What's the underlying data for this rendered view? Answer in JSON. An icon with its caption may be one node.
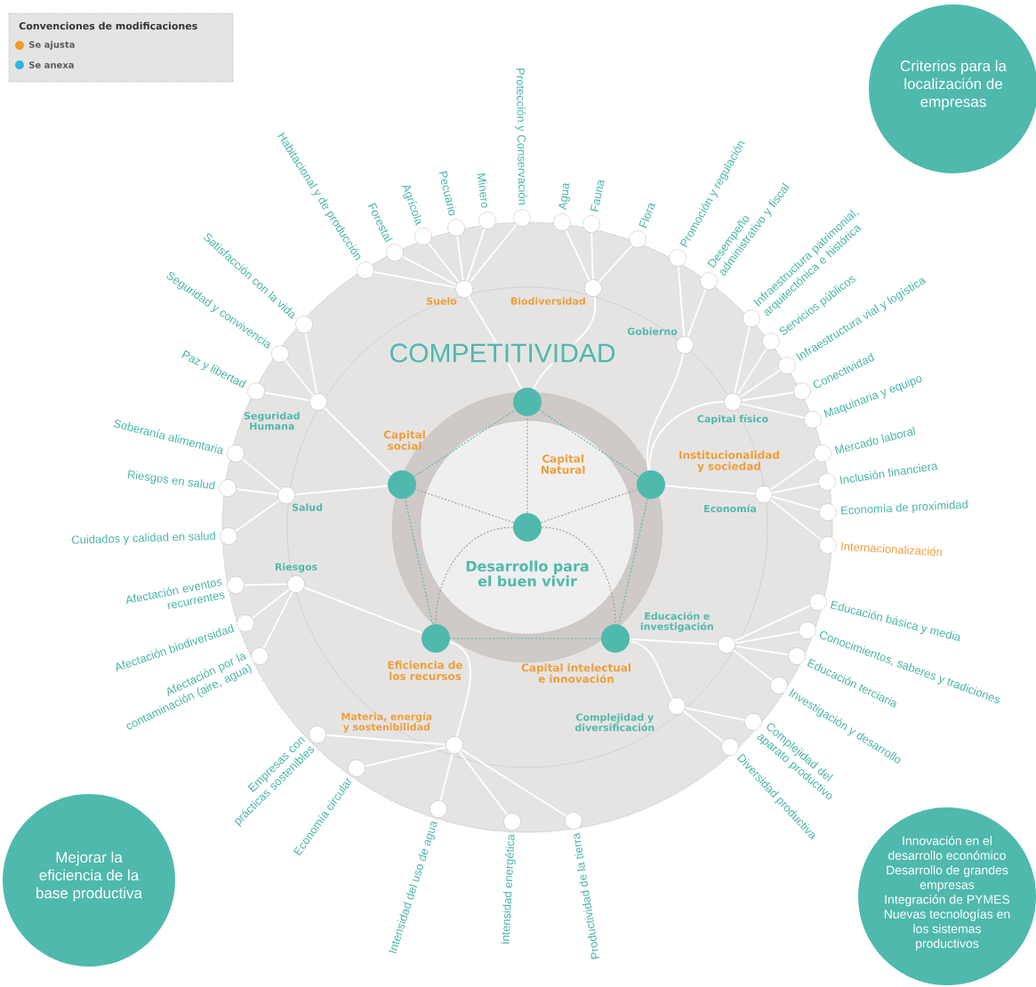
{
  "diagram": {
    "nodes": [
      {
        "text": [
          "Criterios para la localización de empresas"
        ]
      },
      {
        "text": [
          "Mejorar la eficiencia de la base productiva"
        ]
      },
      {
        "text": [
          "Innovación en el desarrollo económico",
          "Desarrollo de grandes empresas",
          "Integración de PYMES",
          "Nuevas tecnologías en los sistemas productivos"
        ]
      },
      {
        "text": [],
        "shape": "circle",
        "beside": [
          "Desarrollo para el buen vivir"
        ]
      },
      {
        "text": [],
        "shape": "circle",
        "beside": [
          "Capital Natural"
        ]
      },
      {
        "text": [],
        "shape": "circle",
        "beside": [
          "Institucionalidad y sociedad"
        ]
      },
      {
        "text": [],
        "shape": "circle",
        "beside": [
          "Capital intelectual e innovación"
        ]
      },
      {
        "text": [],
        "shape": "circle",
        "beside": [
          "Eficiencia de los recursos"
        ]
      },
      {
        "text": [],
        "shape": "circle",
        "beside": [
          "Capital social"
        ]
      },
      {
        "text": [],
        "shape": "circle",
        "beside": [
          "Suelo"
        ]
      },
      {
        "text": [],
        "shape": "circle",
        "beside": [
          "Biodiversidad"
        ]
      },
      {
        "text": [],
        "shape": "circle",
        "beside": [
          "Gobierno"
        ]
      },
      {
        "text": [],
        "shape": "circle",
        "beside": [
          "Capital físico"
        ]
      },
      {
        "text": [],
        "shape": "circle",
        "beside": [
          "Economía"
        ]
      },
      {
        "text": [],
        "shape": "circle",
        "beside": [
          "Educación e investigación"
        ]
      },
      {
        "text": [],
        "shape": "circle",
        "beside": [
          "Complejidad y diversificación"
        ]
      },
      {
        "text": [],
        "shape": "circle",
        "beside": [
          "Materia, energía y sostenibilidad"
        ]
      },
      {
        "text": [],
        "shape": "circle",
        "beside": [
          "Riesgos"
        ]
      },
      {
        "text": [],
        "shape": "circle",
        "beside": [
          "Salud"
        ]
      },
      {
        "text": [],
        "shape": "circle",
        "beside": [
          "Seguridad Humana"
        ]
      },
      {
        "text": [],
        "shape": "circle",
        "beside": [
          "Habitacional y de producción"
        ]
      },
      {
        "text": [],
        "shape": "circle",
        "beside": [
          "Forestal"
        ]
      },
      {
        "text": [],
        "shape": "circle",
        "beside": [
          "Agrícola"
        ]
      },
      {
        "text": [],
        "shape": "circle",
        "beside": [
          "Pecuario"
        ]
      },
      {
        "text": [],
        "shape": "circle",
        "beside": [
          "Minero"
        ]
      },
      {
        "text": [],
        "shape": "circle",
        "beside": [
          "Protección y Conservación"
        ]
      },
      {
        "text": [],
        "shape": "circle",
        "beside": [
          "Agua"
        ]
      },
      {
        "text": [],
        "shape": "circle",
        "beside": [
          "Fauna"
        ]
      },
      {
        "text": [],
        "shape": "circle",
        "beside": [
          "Flora"
        ]
      },
      {
        "text": [],
        "shape": "circle",
        "beside": [
          "Promoción y regulación"
        ]
      },
      {
        "text": [],
        "shape": "circle",
        "beside": [
          "Desempeño administrativo y fiscal"
        ]
      },
      {
        "text": [],
        "shape": "circle",
        "beside": [
          "Infraestructura patrimonial, arquitectónica e histórica"
        ]
      },
      {
        "text": [],
        "shape": "circle",
        "beside": [
          "Servicios públicos"
        ]
      },
      {
        "text": [],
        "shape": "circle",
        "beside": [
          "Infraestructura vial y logística"
        ]
      },
      {
        "text": [],
        "shape": "circle",
        "beside": [
          "Conectividad"
        ]
      },
      {
        "text": [],
        "shape": "circle",
        "beside": [
          "Maquinaria y equipo"
        ]
      },
      {
        "text": [],
        "shape": "circle",
        "beside": [
          "Mercado laboral"
        ]
      },
      {
        "text": [],
        "shape": "circle",
        "beside": [
          "Inclusión financiera"
        ]
      },
      {
        "text": [],
        "shape": "circle",
        "beside": [
          "Economía de proximidad"
        ]
      },
      {
        "text": [],
        "shape": "circle",
        "beside": [
          "Internacionalización"
        ]
      },
      {
        "text": [],
        "shape": "circle",
        "beside": [
          "Educación básica y media"
        ]
      },
      {
        "text": [],
        "shape": "circle",
        "beside": [
          "Conocimientos, saberes y tradiciones"
        ]
      },
      {
        "text": [],
        "shape": "circle",
        "beside": [
          "Educación terciaria"
        ]
      },
      {
        "text": [],
        "shape": "circle",
        "beside": [
          "Investigación y desarrollo"
        ]
      },
      {
        "text": [],
        "shape": "circle",
        "beside": [
          "Complejidad del aparato productivo"
        ]
      },
      {
        "text": [],
        "shape": "circle",
        "beside": [
          "Diversidad productiva"
        ]
      },
      {
        "text": [],
        "shape": "circle",
        "beside": [
          "Productividad de la tierra"
        ]
      },
      {
        "text": [],
        "shape": "circle",
        "beside": [
          "Intensidad energética"
        ]
      },
      {
        "text": [],
        "shape": "circle",
        "beside": [
          "Intensidad del uso de agua"
        ]
      },
      {
        "text": [],
        "shape": "circle",
        "beside": [
          "Economía circular"
        ]
      },
      {
        "text": [],
        "shape": "circle",
        "beside": [
          "Empresas con prácticas sostenibles"
        ]
      },
      {
        "text": [],
        "shape": "circle",
        "beside": [
          "Afectación por la contaminación (aire, agua)"
        ]
      },
      {
        "text": [],
        "shape": "circle",
        "beside": [
          "Afectación biodiversidad"
        ]
      },
      {
        "text": [],
        "shape": "circle",
        "beside": [
          "Afectación eventos recurrentes"
        ]
      },
      {
        "text": [],
        "shape": "circle",
        "beside": [
          "Cuidados y calidad en salud"
        ]
      },
      {
        "text": [],
        "shape": "circle",
        "beside": [
          "Riesgos en salud"
        ]
      },
      {
        "text": [],
        "shape": "circle",
        "beside": [
          "Soberanía alimentaria"
        ]
      },
      {
        "text": [],
        "shape": "circle",
        "beside": [
          "Paz y libertad"
        ]
      },
      {
        "text": [],
        "shape": "circle",
        "beside": [
          "Seguridad y convivencia"
        ]
      },
      {
        "text": [],
        "shape": "circle",
        "beside": [
          "Satisfacción con la vida"
        ]
      }
    ],
    "edges": [
      {
        "from": 3,
        "to": 4,
        "arrow": "none",
        "style": "dashed",
        "color": "#9e9a99"
      },
      {
        "from": 3,
        "to": 5,
        "arrow": "none",
        "style": "dashed",
        "color": "#9e9a99"
      },
      {
        "from": 3,
        "to": 6,
        "arrow": "none",
        "style": "dashed",
        "color": "#9e9a99"
      },
      {
        "from": 3,
        "to": 7,
        "arrow": "none",
        "style": "dashed",
        "color": "#9e9a99"
      },
      {
        "from": 3,
        "to": 8,
        "arrow": "none",
        "style": "dashed",
        "color": "#9e9a99"
      },
      {
        "from": 4,
        "to": 5,
        "arrow": "none",
        "style": "dashed",
        "color": "#4fb9ad"
      },
      {
        "from": 5,
        "to": 6,
        "arrow": "none",
        "style": "dashed",
        "color": "#4fb9ad"
      },
      {
        "from": 6,
        "to": 7,
        "arrow": "none",
        "style": "dashed",
        "color": "#4fb9ad"
      },
      {
        "from": 7,
        "to": 8,
        "arrow": "none",
        "style": "dashed",
        "color": "#4fb9ad"
      },
      {
        "from": 8,
        "to": 4,
        "arrow": "none",
        "style": "dashed",
        "color": "#4fb9ad"
      },
      {
        "from": 4,
        "to": 9,
        "arrow": "none"
      },
      {
        "from": 4,
        "to": 10,
        "arrow": "none"
      },
      {
        "from": 5,
        "to": 11,
        "arrow": "none"
      },
      {
        "from": 5,
        "to": 12,
        "arrow": "none"
      },
      {
        "from": 5,
        "to": 13,
        "arrow": "none"
      },
      {
        "from": 6,
        "to": 14,
        "arrow": "none"
      },
      {
        "from": 6,
        "to": 15,
        "arrow": "none"
      },
      {
        "from": 7,
        "to": 16,
        "arrow": "none"
      },
      {
        "from": 7,
        "to": 17,
        "arrow": "none"
      },
      {
        "from": 8,
        "to": 18,
        "arrow": "none"
      },
      {
        "from": 8,
        "to": 19,
        "arrow": "none"
      },
      {
        "from": 9,
        "to": 20,
        "arrow": "none"
      },
      {
        "from": 9,
        "to": 21,
        "arrow": "none"
      },
      {
        "from": 9,
        "to": 22,
        "arrow": "none"
      },
      {
        "from": 9,
        "to": 23,
        "arrow": "none"
      },
      {
        "from": 9,
        "to": 24,
        "arrow": "none"
      },
      {
        "from": 9,
        "to": 25,
        "arrow": "none"
      },
      {
        "from": 10,
        "to": 26,
        "arrow": "none"
      },
      {
        "from": 10,
        "to": 27,
        "arrow": "none"
      },
      {
        "from": 10,
        "to": 28,
        "arrow": "none"
      },
      {
        "from": 11,
        "to": 29,
        "arrow": "none"
      },
      {
        "from": 11,
        "to": 30,
        "arrow": "none"
      },
      {
        "from": 12,
        "to": 31,
        "arrow": "none"
      },
      {
        "from": 12,
        "to": 32,
        "arrow": "none"
      },
      {
        "from": 12,
        "to": 33,
        "arrow": "none"
      },
      {
        "from": 12,
        "to": 34,
        "arrow": "none"
      },
      {
        "from": 12,
        "to": 35,
        "arrow": "none"
      },
      {
        "from": 13,
        "to": 36,
        "arrow": "none"
      },
      {
        "from": 13,
        "to": 37,
        "arrow": "none"
      },
      {
        "from": 13,
        "to": 38,
        "arrow": "none"
      },
      {
        "from": 13,
        "to": 39,
        "arrow": "none"
      },
      {
        "from": 14,
        "to": 40,
        "arrow": "none"
      },
      {
        "from": 14,
        "to": 41,
        "arrow": "none"
      },
      {
        "from": 14,
        "to": 42,
        "arrow": "none"
      },
      {
        "from": 14,
        "to": 43,
        "arrow": "none"
      },
      {
        "from": 15,
        "to": 44,
        "arrow": "none"
      },
      {
        "from": 15,
        "to": 45,
        "arrow": "none"
      },
      {
        "from": 16,
        "to": 46,
        "arrow": "none"
      },
      {
        "from": 16,
        "to": 47,
        "arrow": "none"
      },
      {
        "from": 16,
        "to": 48,
        "arrow": "none"
      },
      {
        "from": 16,
        "to": 49,
        "arrow": "none"
      },
      {
        "from": 16,
        "to": 50,
        "arrow": "none"
      },
      {
        "from": 17,
        "to": 51,
        "arrow": "none"
      },
      {
        "from": 17,
        "to": 52,
        "arrow": "none"
      },
      {
        "from": 17,
        "to": 53,
        "arrow": "none"
      },
      {
        "from": 18,
        "to": 54,
        "arrow": "none"
      },
      {
        "from": 18,
        "to": 55,
        "arrow": "none"
      },
      {
        "from": 18,
        "to": 56,
        "arrow": "none"
      },
      {
        "from": 19,
        "to": 57,
        "arrow": "none"
      },
      {
        "from": 19,
        "to": 58,
        "arrow": "none"
      },
      {
        "from": 19,
        "to": 59,
        "arrow": "none"
      }
    ],
    "labels": [
      "Convenciones de modificaciones",
      "COMPETITIVIDAD"
    ],
    "legend": [
      {
        "text": "Se ajusta",
        "color": "#f39a2b"
      },
      {
        "text": "Se anexa",
        "color": "#29b6e0"
      }
    ]
  }
}
